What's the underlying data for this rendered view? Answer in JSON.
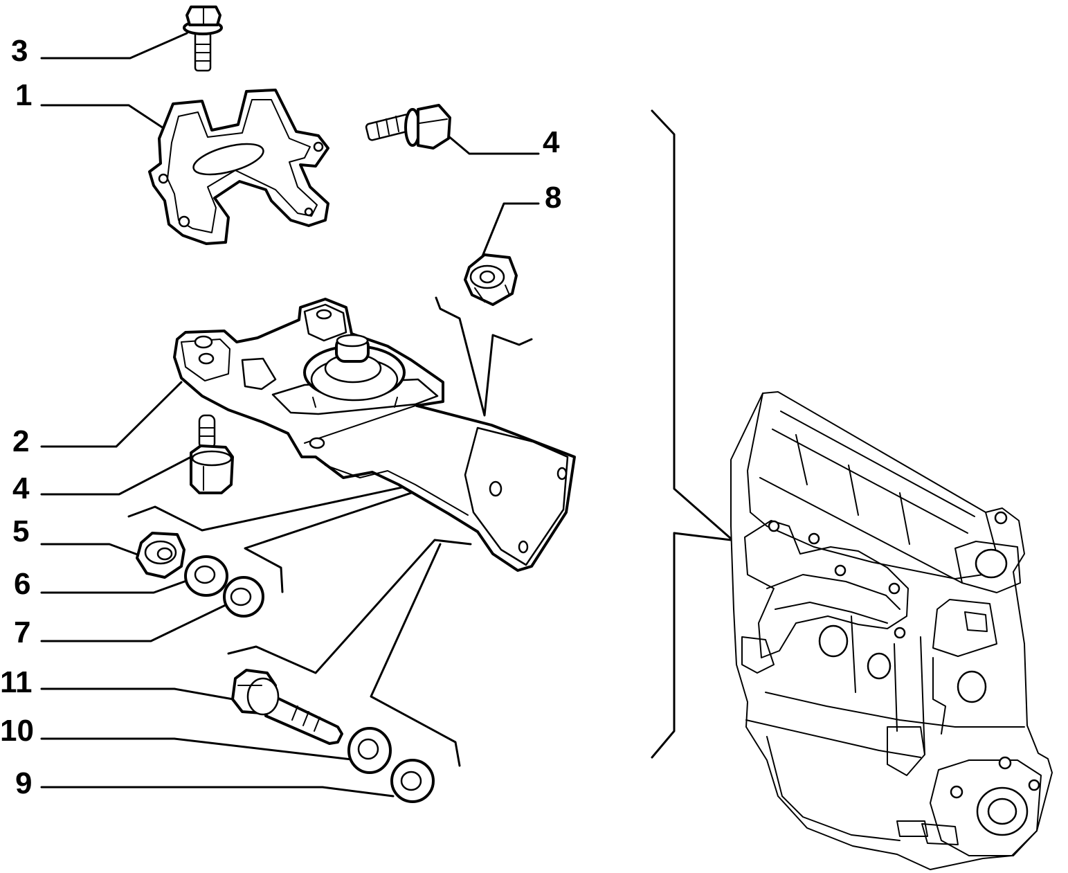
{
  "callouts": [
    "3",
    "1",
    "4",
    "8",
    "2",
    "4",
    "5",
    "6",
    "7",
    "11",
    "10",
    "9"
  ]
}
